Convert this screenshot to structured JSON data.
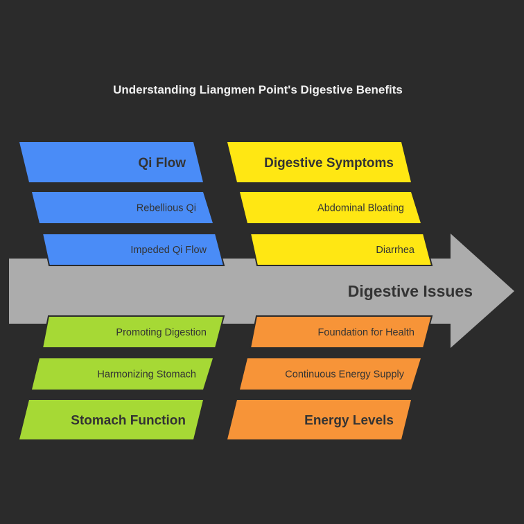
{
  "title": "Understanding Liangmen Point's Digestive Benefits",
  "spine": {
    "label": "Digestive Issues",
    "color": "#acacac"
  },
  "categories": [
    {
      "id": "qi-flow",
      "position": "top-left",
      "label": "Qi Flow",
      "color": "#4a8cf7",
      "items": [
        "Rebellious Qi",
        "Impeded Qi Flow"
      ]
    },
    {
      "id": "digestive-symptoms",
      "position": "top-right",
      "label": "Digestive Symptoms",
      "color": "#ffe713",
      "items": [
        "Abdominal Bloating",
        "Diarrhea"
      ]
    },
    {
      "id": "stomach-function",
      "position": "bottom-left",
      "label": "Stomach Function",
      "color": "#a6d935",
      "items": [
        "Promoting Digestion",
        "Harmonizing Stomach"
      ]
    },
    {
      "id": "energy-levels",
      "position": "bottom-right",
      "label": "Energy Levels",
      "color": "#f79438",
      "items": [
        "Foundation for Health",
        "Continuous Energy Supply"
      ]
    }
  ],
  "text_color": "#333333",
  "background": "#2b2b2b"
}
